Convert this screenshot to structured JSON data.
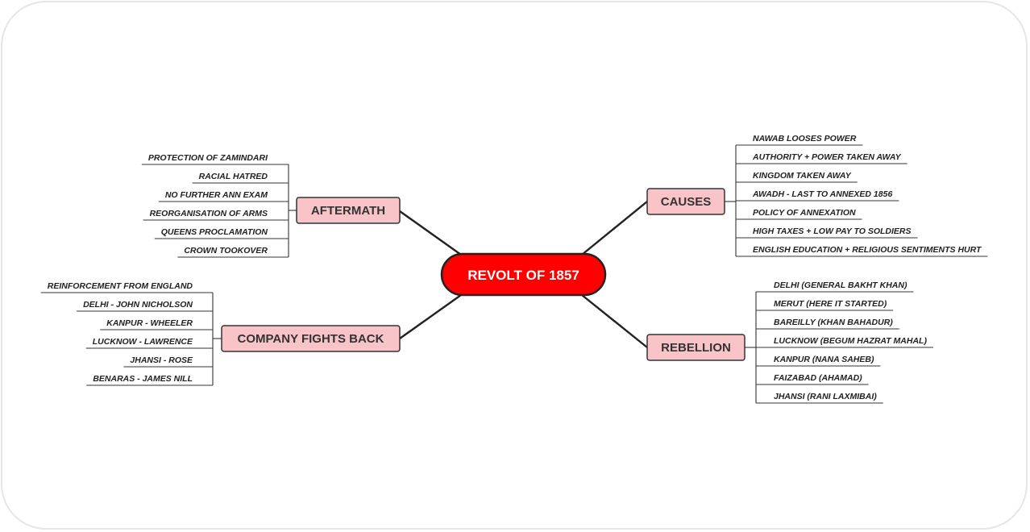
{
  "central": {
    "label": "REVOLT OF 1857"
  },
  "colors": {
    "central_fill": "#ff0000",
    "central_border": "#222222",
    "branch_fill": "#f8c4c8",
    "branch_border": "#333333",
    "connector": "#222222"
  },
  "branches": {
    "aftermath": {
      "label": "AFTERMATH",
      "items": [
        "PROTECTION OF ZAMINDARI",
        "RACIAL HATRED",
        "NO FURTHER ANN EXAM",
        "REORGANISATION OF ARMS",
        "QUEENS PROCLAMATION",
        "CROWN TOOKOVER"
      ]
    },
    "company": {
      "label": "COMPANY FIGHTS BACK",
      "items": [
        "REINFORCEMENT FROM ENGLAND",
        "DELHI - JOHN NICHOLSON",
        "KANPUR - WHEELER",
        "LUCKNOW - LAWRENCE",
        "JHANSI - ROSE",
        "BENARAS - JAMES NILL"
      ]
    },
    "causes": {
      "label": "CAUSES",
      "items": [
        "NAWAB LOOSES POWER",
        "AUTHORITY + POWER TAKEN AWAY",
        "KINGDOM TAKEN AWAY",
        "AWADH - LAST TO ANNEXED 1856",
        "POLICY OF ANNEXATION",
        "HIGH TAXES + LOW PAY TO SOLDIERS",
        "ENGLISH EDUCATION + RELIGIOUS SENTIMENTS HURT"
      ]
    },
    "rebellion": {
      "label": "REBELLION",
      "items": [
        "DELHI (GENERAL BAKHT KHAN)",
        "MERUT (HERE IT STARTED)",
        "BAREILLY (KHAN BAHADUR)",
        "LUCKNOW (BEGUM HAZRAT MAHAL)",
        "KANPUR (NANA SAHEB)",
        "FAIZABAD (AHAMAD)",
        "JHANSI (RANI LAXMIBAI)"
      ]
    }
  }
}
